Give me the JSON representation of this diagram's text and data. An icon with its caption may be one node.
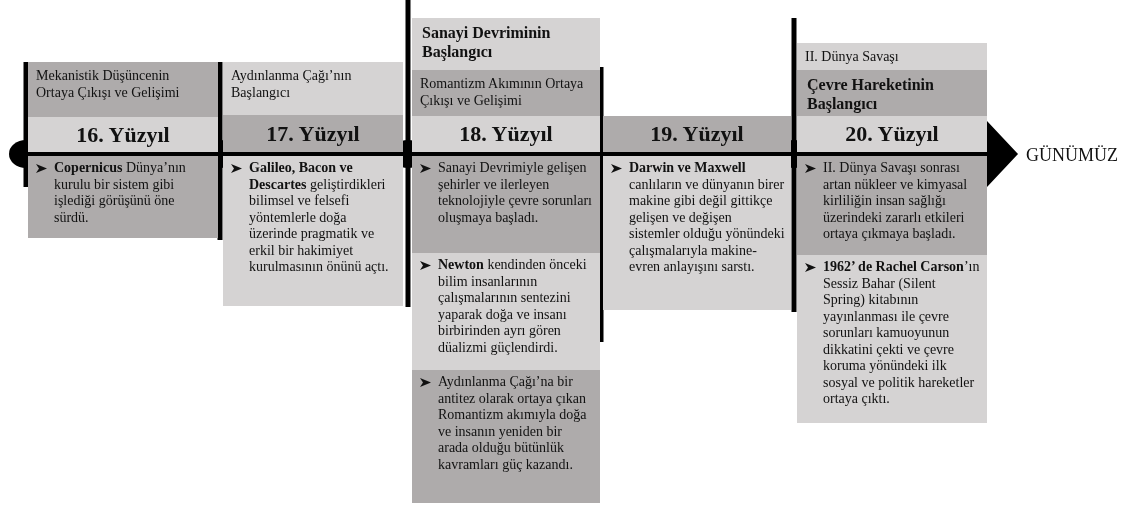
{
  "diagram": {
    "nodes": [
      {
        "text": [
          "Mekanistik Düşüncenin Ortaya Çıkışı ve Gelişimi"
        ]
      },
      {
        "text": [
          "16. Yüzyıl"
        ]
      },
      {
        "text": [
          "**Copernicus** Dünya’nın kurulu bir sistem gibi işlediği görüşünü öne sürdü."
        ]
      },
      {
        "text": [
          "Aydınlanma Çağı’nın Başlangıcı"
        ]
      },
      {
        "text": [
          "17. Yüzyıl"
        ]
      },
      {
        "text": [
          "**Galileo, Bacon ve Descartes** geliştirdikleri bilimsel ve felsefi yöntemlerle doğa üzerinde pragmatik ve erkil bir hakimiyet kurulmasının önünü açtı."
        ]
      },
      {
        "text": [
          "Sanayi Devriminin Başlangıcı"
        ]
      },
      {
        "text": [
          "Romantizm Akımının Ortaya Çıkışı ve Gelişimi"
        ]
      },
      {
        "text": [
          "18. Yüzyıl"
        ]
      },
      {
        "text": [
          "Sanayi Devrimiyle gelişen şehirler ve ilerleyen teknolojiyle çevre sorunları oluşmaya başladı."
        ]
      },
      {
        "text": [
          "**Newton** kendinden önceki bilim insanlarının çalışmalarının sentezini yaparak doğa ve insanı birbirinden ayrı gören düalizmi güçlendirdi."
        ]
      },
      {
        "text": [
          "Aydınlanma Çağı’na bir antitez olarak ortaya çıkan Romantizm akımıyla doğa ve insanın yeniden bir arada olduğu bütünlük kavramları güç kazandı."
        ]
      },
      {
        "text": [
          "19. Yüzyıl"
        ]
      },
      {
        "text": [
          "**Darwin ve Maxwell** canlıların ve dünyanın birer makine gibi değil gittikçe gelişen ve değişen sistemler olduğu yönündeki çalışmalarıyla makine-evren anlayışını sarstı."
        ]
      },
      {
        "text": [
          "II. Dünya Savaşı"
        ]
      },
      {
        "text": [
          "Çevre Hareketinin Başlangıcı"
        ]
      },
      {
        "text": [
          "20. Yüzyıl"
        ]
      },
      {
        "text": [
          "II. Dünya Savaşı sonrası artan nükleer ve kimyasal kirliliğin insan sağlığı üzerindeki zararlı etkileri ortaya çıkmaya başladı."
        ]
      },
      {
        "text": [
          "**1962’ de Rachel Carson**’ın Sessiz Bahar (Silent Spring) kitabının yayınlanması ile çevre sorunları kamuoyunun dikkatini çekti ve çevre koruma yönündeki ilk sosyal ve politik hareketler ortaya çıktı."
        ]
      },
      {
        "text": [
          "GÜNÜMÜZ"
        ]
      }
    ],
    "edges": [
      {
        "from": null,
        "to": 19,
        "arrow": "to"
      }
    ]
  }
}
